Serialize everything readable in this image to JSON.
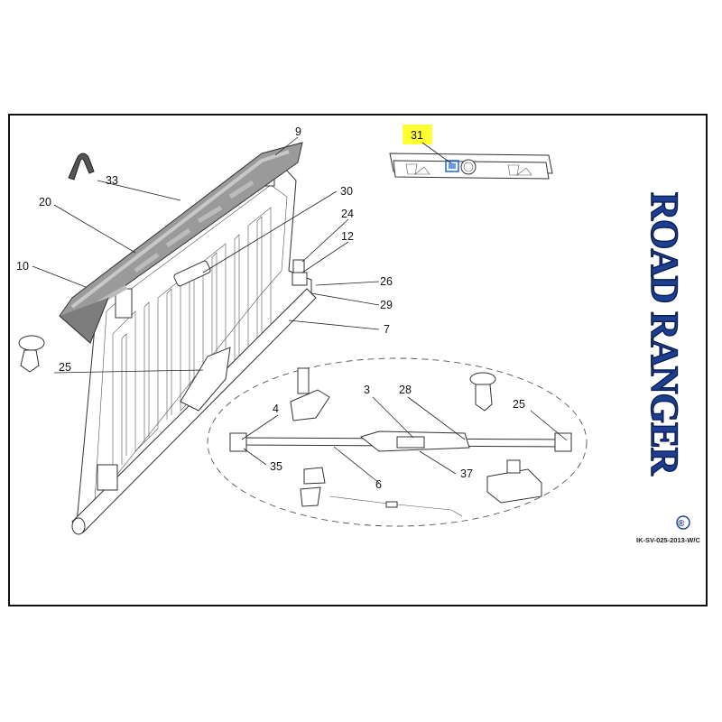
{
  "labels": {
    "p9": "9",
    "p31": "31",
    "p33": "33",
    "p20": "20",
    "p30": "30",
    "p24": "24",
    "p12": "12",
    "p10": "10",
    "p26": "26",
    "p29": "29",
    "p7": "7",
    "p25a": "25",
    "p25b": "25",
    "p4": "4",
    "p3": "3",
    "p28": "28",
    "p35": "35",
    "p37": "37",
    "p6": "6"
  },
  "highlighted_part": "31",
  "colors": {
    "highlight": "#ffff33",
    "logo_fill": "#1d3f8f",
    "logo_outline": "#0b1e55",
    "selected_part": "#2266dd"
  },
  "logo": {
    "line1": "ROAD RANGER",
    "registered_mark": "®"
  },
  "drawing_code": "IK-SV-025-2013-W/C"
}
